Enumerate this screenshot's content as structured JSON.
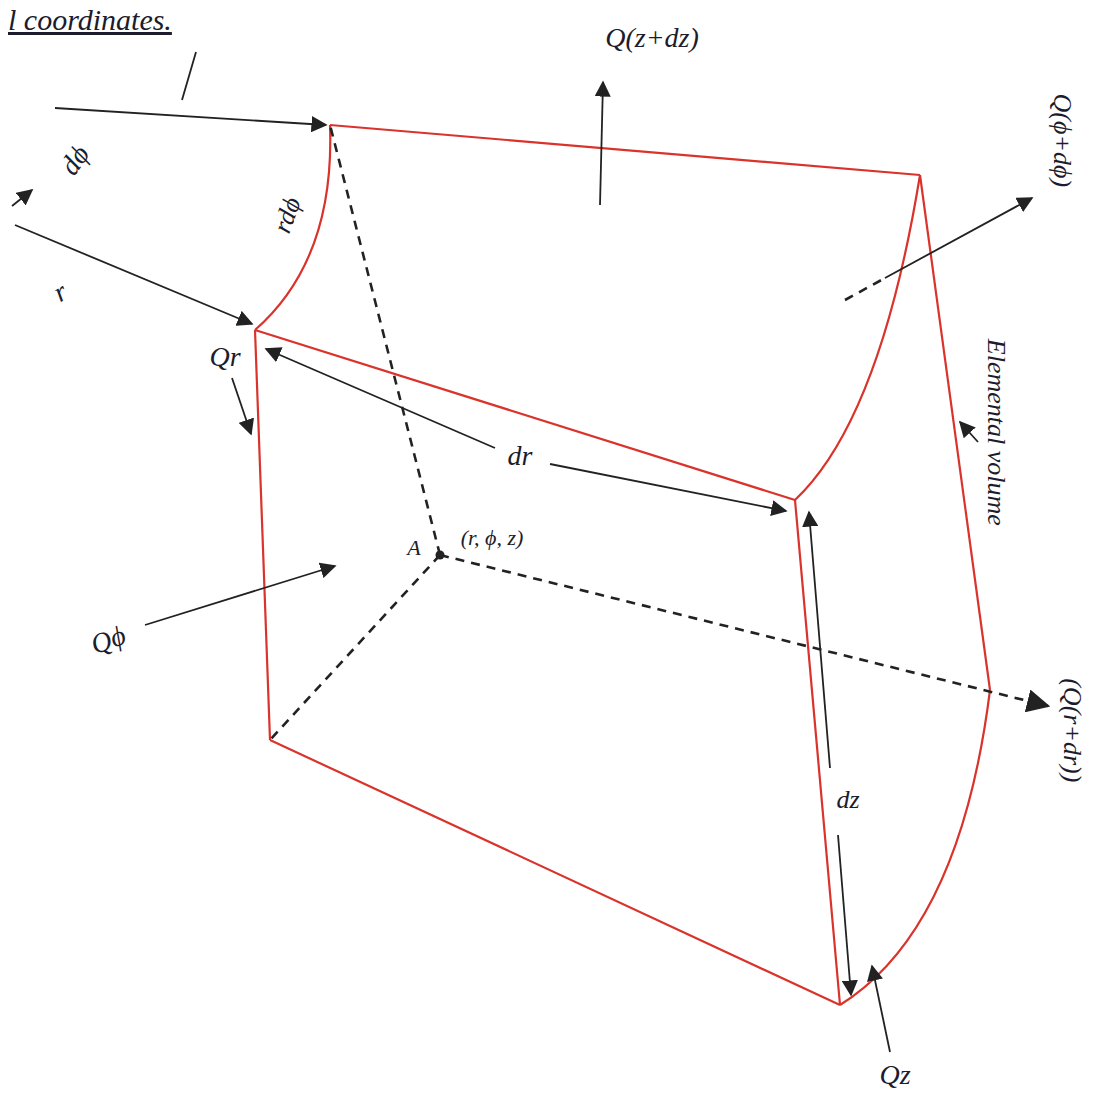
{
  "diagram": {
    "title": "l coordinates.",
    "labels": [
      "Q(z+dz)",
      "dϕ",
      "rdϕ",
      "r",
      "Qr",
      "dr",
      "A",
      "(r, ϕ, z)",
      "Q(ϕ+dϕ)",
      "Elemental volume",
      "Qϕ",
      "dz",
      "(Q(r+dr))",
      "Qz"
    ]
  }
}
